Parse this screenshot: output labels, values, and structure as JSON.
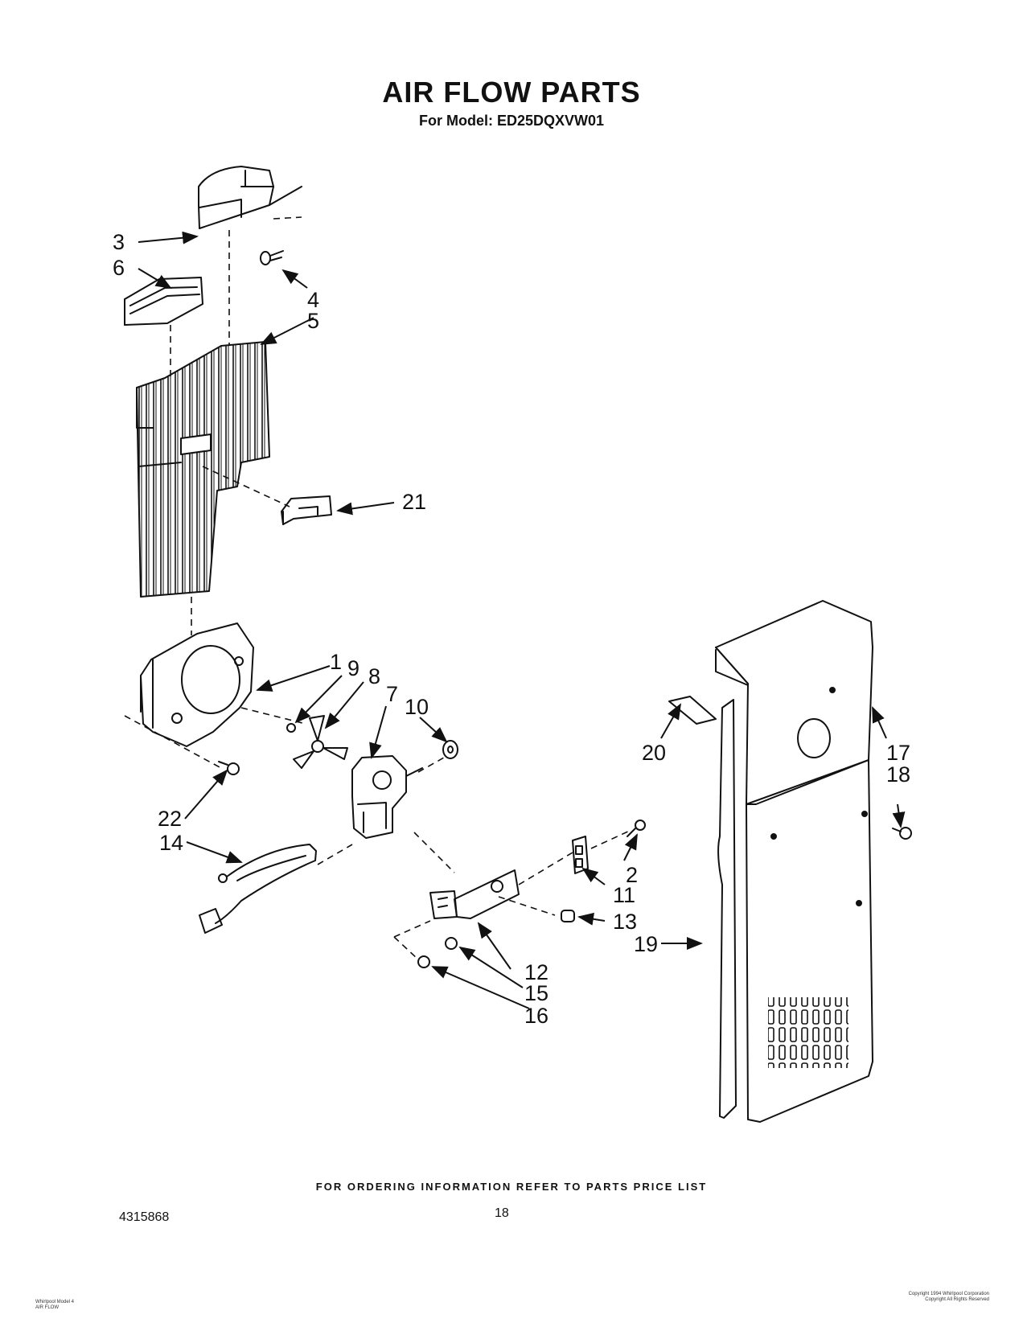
{
  "header": {
    "title": "AIR FLOW PARTS",
    "subtitle": "For Model: ED25DQXVW01"
  },
  "callouts": {
    "c1": "1",
    "c2": "2",
    "c3": "3",
    "c4": "4",
    "c5": "5",
    "c6": "6",
    "c7": "7",
    "c8": "8",
    "c9": "9",
    "c10": "10",
    "c11": "11",
    "c12": "12",
    "c13": "13",
    "c14": "14",
    "c15": "15",
    "c16": "16",
    "c17": "17",
    "c18": "18",
    "c19": "19",
    "c20": "20",
    "c21": "21",
    "c22": "22"
  },
  "footer": {
    "note": "FOR ORDERING INFORMATION REFER TO PARTS PRICE LIST",
    "doc_number": "4315868",
    "page_number": "18",
    "left_fine_print": [
      "Whirlpool Model 4",
      "AIR FLOW"
    ],
    "right_fine_print": [
      "Copyright 1994 Whirlpool Corporation",
      "Copyright All Rights Reserved"
    ]
  }
}
